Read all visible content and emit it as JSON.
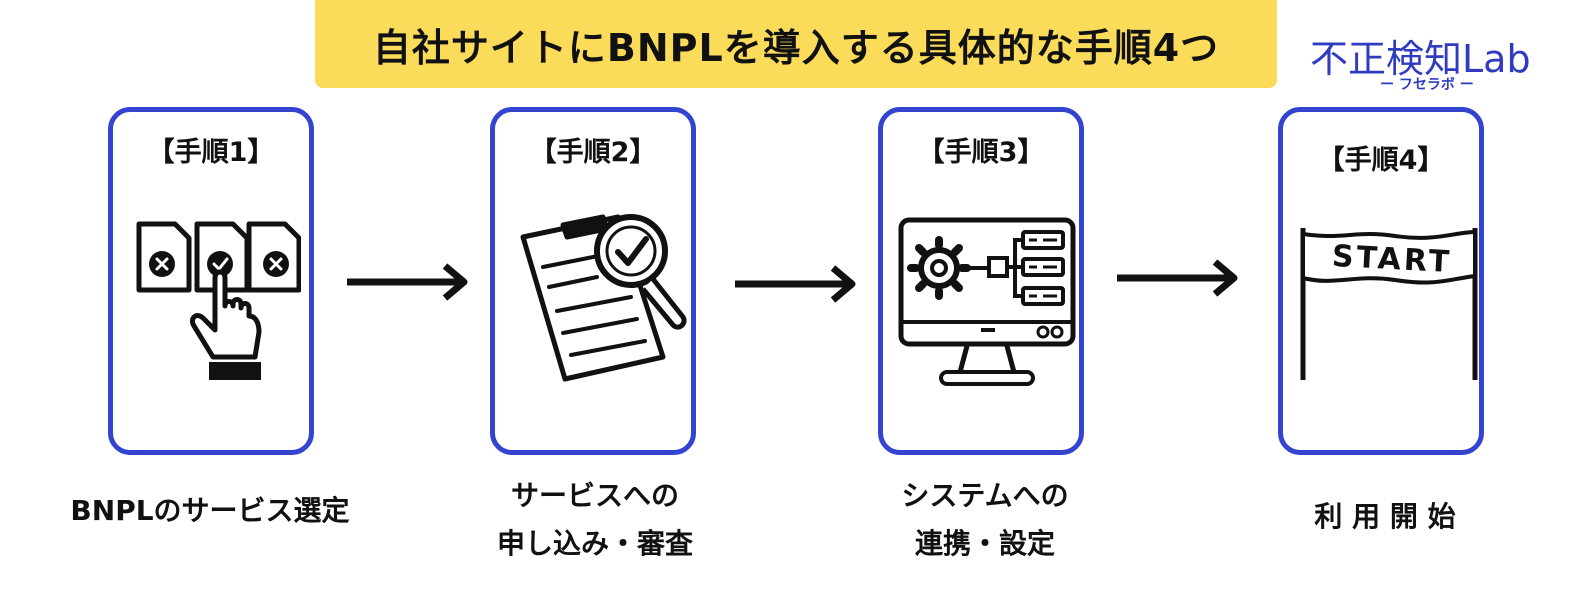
{
  "title": "自社サイトにBNPLを導入する具体的な手順4つ",
  "logo": {
    "name": "不正検知Lab",
    "sub": "ー フセラボ ー"
  },
  "steps": [
    {
      "label": "【手順1】",
      "icon": "document-select-hand-icon",
      "caption_lines": [
        "BNPLのサービス選定"
      ]
    },
    {
      "label": "【手順2】",
      "icon": "clipboard-magnifier-check-icon",
      "caption_lines": [
        "サービスへの",
        "申し込み・審査"
      ]
    },
    {
      "label": "【手順3】",
      "icon": "monitor-gear-settings-icon",
      "caption_lines": [
        "システムへの",
        "連携・設定"
      ]
    },
    {
      "label": "【手順4】",
      "icon": "start-banner-icon",
      "banner_text": "START",
      "caption_lines": [
        "利 用 開 始"
      ]
    }
  ],
  "colors": {
    "banner": "#fbdc5a",
    "accent": "#3344d1",
    "ink": "#111111"
  }
}
